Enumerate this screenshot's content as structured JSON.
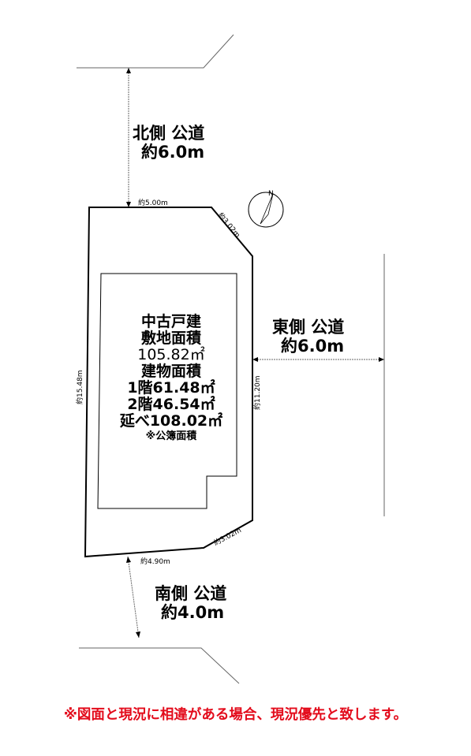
{
  "north_road": {
    "side": "北側 公道",
    "width": "約6.0m"
  },
  "east_road": {
    "side": "東側 公道",
    "width": "約6.0m"
  },
  "south_road": {
    "side": "南側 公道",
    "width": "約4.0m"
  },
  "compass": {
    "label": "N"
  },
  "dimensions": {
    "north_edge": "約5.00m",
    "ne_edge": "約3.02m",
    "west_edge": "約15.48m",
    "east_edge": "約11.20m",
    "se_edge": "約3.02m",
    "south_edge": "約4.90m"
  },
  "property": {
    "type": "中古戸建",
    "land_area_label": "敷地面積",
    "land_area": "105.82㎡",
    "building_area_label": "建物面積",
    "floor1": "1階61.48㎡",
    "floor2": "2階46.54㎡",
    "total": "延べ108.02㎡",
    "note": "※公簿面積"
  },
  "disclaimer": "※図面と現況に相違がある場合、現況優先と致します。",
  "colors": {
    "line": "#000000",
    "disclaimer": "#e30b1b",
    "grey_line": "#666666"
  }
}
